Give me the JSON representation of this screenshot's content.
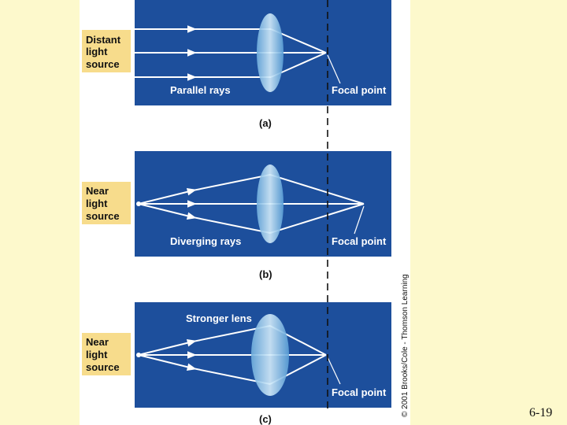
{
  "panels": [
    {
      "source_label": [
        "Distant",
        "light",
        "source"
      ],
      "ray_label": "Parallel rays",
      "focal_label": "Focal point",
      "caption": "(a)"
    },
    {
      "source_label": [
        "Near",
        "light",
        "source"
      ],
      "ray_label": "Diverging rays",
      "focal_label": "Focal point",
      "caption": "(b)"
    },
    {
      "source_label": [
        "Near",
        "light",
        "source"
      ],
      "ray_label": "Stronger lens",
      "focal_label": "Focal point",
      "caption": "(c)"
    }
  ],
  "copyright": "© 2001 Brooks/Cole - Thomson Learning",
  "slide_number": "6-19",
  "colors": {
    "background": "#fdf9cc",
    "panel": "#1d4f9c",
    "left_strip": "#ffffff",
    "label_box": "#f7dc8c",
    "ray": "#ffffff",
    "lens": "#8fc6ea"
  }
}
